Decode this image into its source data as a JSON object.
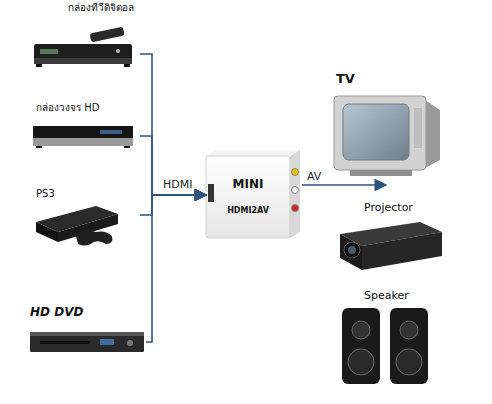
{
  "diagram": {
    "nodes": [
      {
        "text": [
          "กล่องทีวีดิจิตอล"
        ]
      },
      {
        "text": [
          "กล่องวงจร HD"
        ]
      },
      {
        "text": [
          "PS3"
        ]
      },
      {
        "text": [
          "HD DVD"
        ]
      },
      {
        "text": [
          "MINI",
          "HDMI2AV"
        ]
      },
      {
        "text": [
          "TV"
        ]
      },
      {
        "text": [
          "Projector"
        ]
      },
      {
        "text": [
          "Speaker"
        ]
      }
    ],
    "edges": [
      {
        "from": 0,
        "to": 4,
        "arrow": "to"
      },
      {
        "from": 1,
        "to": 4,
        "arrow": "to"
      },
      {
        "from": 2,
        "to": 4,
        "arrow": "to"
      },
      {
        "from": 3,
        "to": 4,
        "arrow": "to"
      }
    ],
    "labels": [
      "HDMI",
      "AV"
    ]
  }
}
